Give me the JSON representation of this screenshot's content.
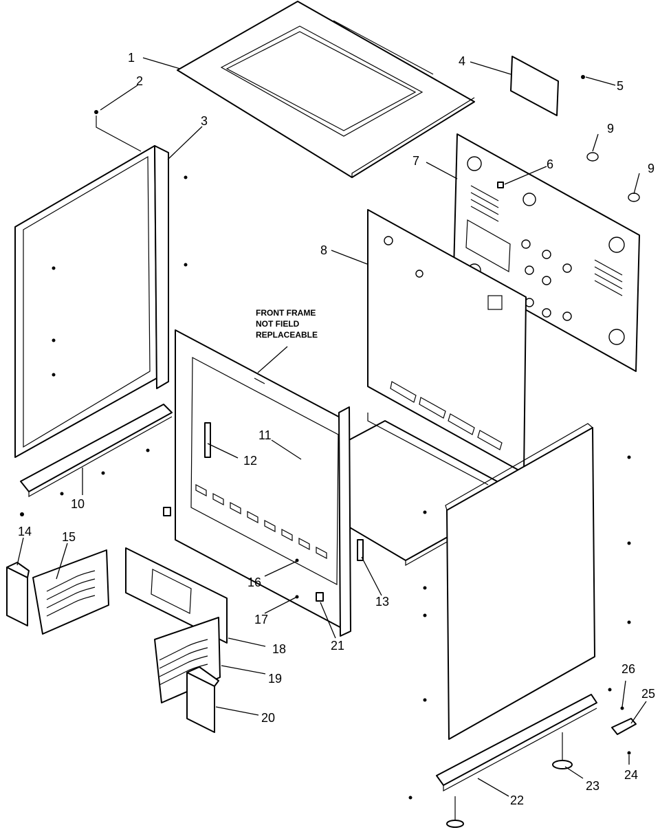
{
  "note": {
    "line1": "FRONT FRAME",
    "line2": "NOT FIELD",
    "line3": "REPLACEABLE"
  },
  "callouts": {
    "c1": "1",
    "c2": "2",
    "c3": "3",
    "c4": "4",
    "c5": "5",
    "c6": "6",
    "c7": "7",
    "c8": "8",
    "c9a": "9",
    "c9b": "9",
    "c10": "10",
    "c11": "11",
    "c12": "12",
    "c13": "13",
    "c14": "14",
    "c15": "15",
    "c16": "16",
    "c17": "17",
    "c18": "18",
    "c19": "19",
    "c20": "20",
    "c21": "21",
    "c22": "22",
    "c23": "23",
    "c24": "24",
    "c25": "25",
    "c26": "26"
  }
}
